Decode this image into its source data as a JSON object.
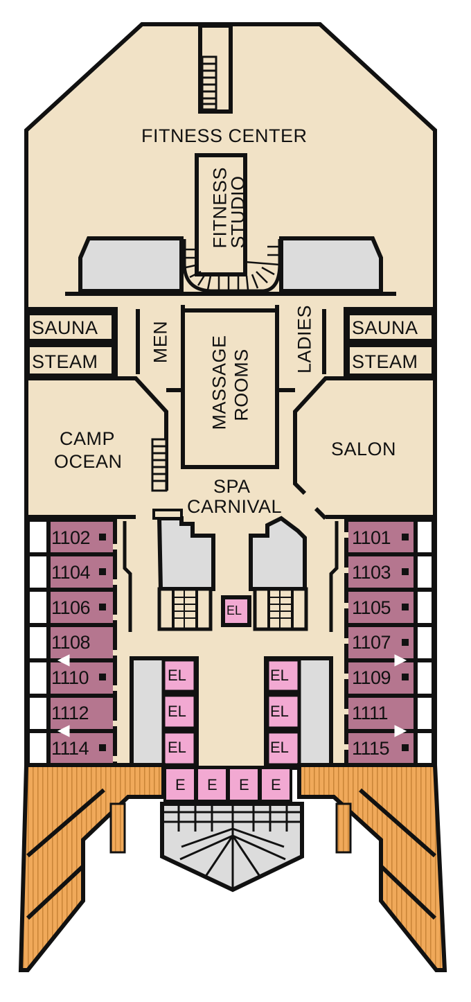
{
  "deck_plan": {
    "colors": {
      "floor": "#f1e2c6",
      "outline": "#111111",
      "cabin": "#b5768f",
      "elevator": "#f2a9d2",
      "service_gray": "#dcdcdc",
      "deck_wood": "#f0a95a",
      "balcony": "#ffffff"
    },
    "areas": {
      "fitness_center": "FITNESS CENTER",
      "fitness_studio_line1": "FITNESS",
      "fitness_studio_line2": "STUDIO",
      "sauna_left": "SAUNA",
      "steam_left": "STEAM",
      "sauna_right": "SAUNA",
      "steam_right": "STEAM",
      "men": "MEN",
      "ladies": "LADIES",
      "massage_line1": "MASSAGE",
      "massage_line2": "ROOMS",
      "camp_ocean_line1": "CAMP",
      "camp_ocean_line2": "OCEAN",
      "salon": "SALON",
      "spa_line1": "SPA",
      "spa_line2": "CARNIVAL"
    },
    "cabins_left": [
      {
        "number": "1102",
        "marker": "square"
      },
      {
        "number": "1104",
        "marker": "square"
      },
      {
        "number": "1106",
        "marker": "square"
      },
      {
        "number": "1108",
        "marker": "triangle"
      },
      {
        "number": "1110",
        "marker": "square"
      },
      {
        "number": "1112",
        "marker": "triangle"
      },
      {
        "number": "1114",
        "marker": "square"
      }
    ],
    "cabins_right": [
      {
        "number": "1101",
        "marker": "square"
      },
      {
        "number": "1103",
        "marker": "square"
      },
      {
        "number": "1105",
        "marker": "square"
      },
      {
        "number": "1107",
        "marker": "square-triangle"
      },
      {
        "number": "1109",
        "marker": "square"
      },
      {
        "number": "1111",
        "marker": "triangle"
      },
      {
        "number": "1115",
        "marker": "square"
      }
    ],
    "elevators": {
      "center_small": "EL",
      "left_bank": [
        "EL",
        "EL",
        "EL"
      ],
      "right_bank": [
        "EL",
        "EL",
        "EL"
      ],
      "aft_row": [
        "E",
        "E",
        "E",
        "E"
      ]
    }
  }
}
